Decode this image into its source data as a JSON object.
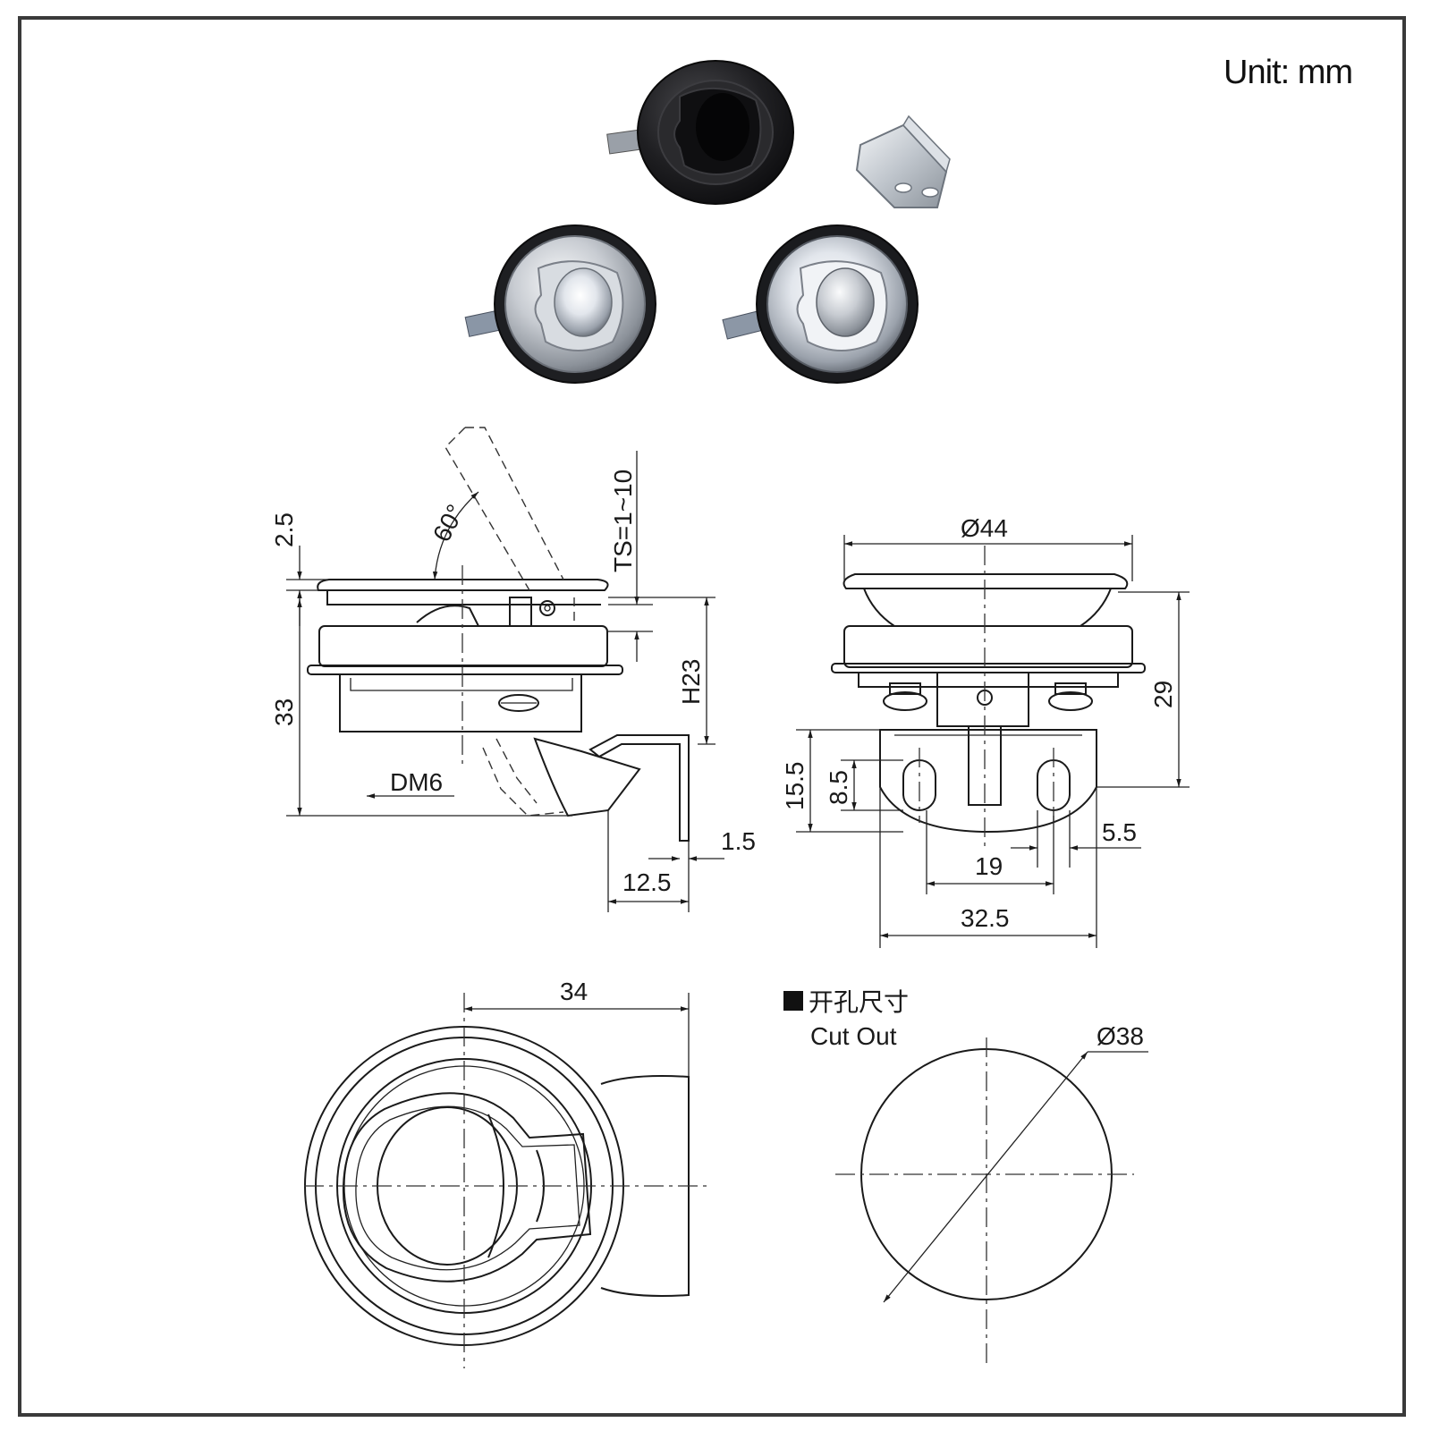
{
  "unit_label": "Unit: mm",
  "side_view": {
    "dims": {
      "flange_thickness": "2.5",
      "open_angle": "60°",
      "panel_thickness": "TS=1~10",
      "body_height": "H23",
      "overall_height": "33",
      "cam_thread": "DM6",
      "cam_thickness": "1.5",
      "cam_reach": "12.5"
    }
  },
  "front_view": {
    "dims": {
      "flange_diameter": "Ø44",
      "height": "29",
      "cam_height": "15.5",
      "slot_length": "8.5",
      "slot_width": "5.5",
      "slot_spacing": "19",
      "cam_width": "32.5"
    }
  },
  "top_view": {
    "dims": {
      "width": "34"
    }
  },
  "cutout": {
    "title_cn": "开孔尺寸",
    "title_en": "Cut Out",
    "diameter": "Ø38"
  },
  "colors": {
    "line": "#1a1a1a",
    "frame": "#3a3a3a",
    "background": "#ffffff",
    "latch_black": "#1c1c1e",
    "latch_chrome": "#c9ccd1"
  },
  "photos": [
    {
      "name": "black-latch-photo",
      "finish": "black"
    },
    {
      "name": "strike-plate-photo",
      "finish": "zinc"
    },
    {
      "name": "satin-latch-photo",
      "finish": "satin chrome"
    },
    {
      "name": "polished-latch-photo",
      "finish": "polished chrome"
    }
  ]
}
